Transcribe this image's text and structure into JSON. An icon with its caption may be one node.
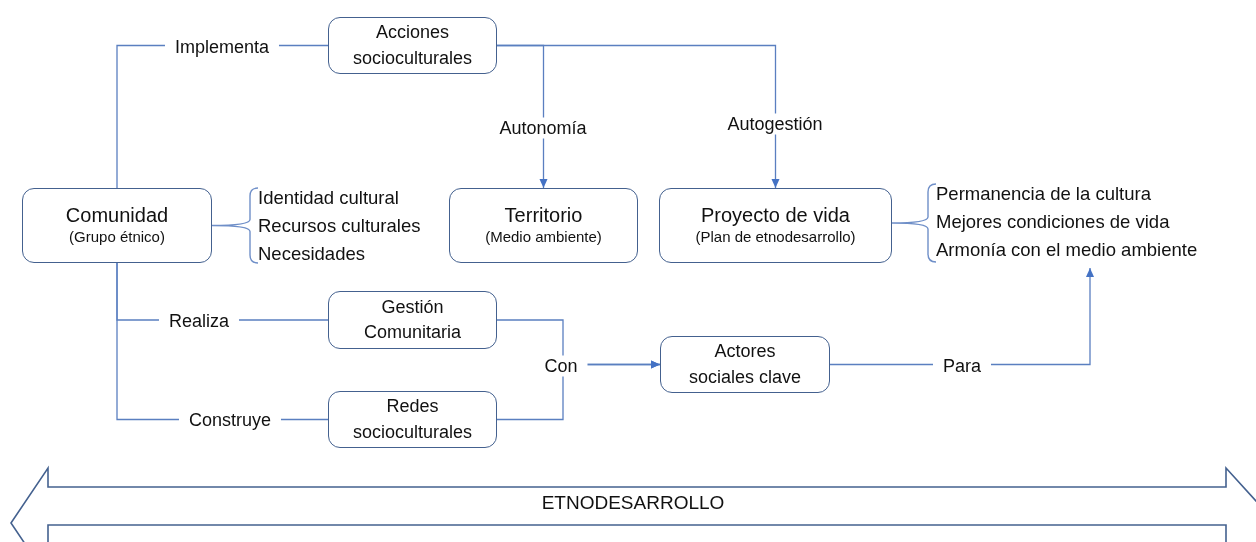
{
  "diagram": {
    "nodes": [
      {
        "text": [
          "Comunidad",
          "(Grupo étnico)"
        ],
        "beside": [
          "Identidad cultural",
          "Recursos culturales",
          "Necesidades"
        ]
      },
      {
        "text": [
          "Acciones socioculturales"
        ]
      },
      {
        "text": [
          "Territorio",
          "(Medio ambiente)"
        ]
      },
      {
        "text": [
          "Proyecto de vida",
          "(Plan de etnodesarrollo)"
        ],
        "beside": [
          "Permanencia de la cultura",
          "Mejores condiciones de vida",
          "Armonía con el medio ambiente"
        ]
      },
      {
        "text": [
          "Gestión Comunitaria"
        ]
      },
      {
        "text": [
          "Redes socioculturales"
        ]
      },
      {
        "text": [
          "Actores sociales clave"
        ]
      },
      {
        "text": [
          "ETNODESARROLLO"
        ]
      }
    ],
    "edges": [
      {
        "from": 0,
        "to": 1,
        "arrow": "none",
        "label": "Implementa"
      },
      {
        "from": 1,
        "to": 2,
        "arrow": "to",
        "label": "Autonomía"
      },
      {
        "from": 1,
        "to": 3,
        "arrow": "to",
        "label": "Autogestión"
      },
      {
        "from": 0,
        "to": 4,
        "arrow": "none",
        "label": "Realiza"
      },
      {
        "from": 0,
        "to": 5,
        "arrow": "none",
        "label": "Construye"
      },
      {
        "from": 4,
        "to": 6,
        "arrow": "to",
        "label": "Con"
      },
      {
        "from": 5,
        "to": 6,
        "arrow": "to"
      },
      {
        "from": 6,
        "to": 3,
        "arrow": "to",
        "label": "Para"
      }
    ]
  }
}
